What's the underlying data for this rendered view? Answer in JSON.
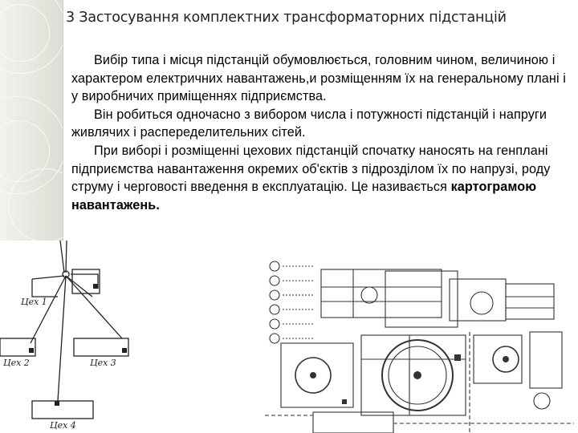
{
  "slide": {
    "title": "3 Застосування комплектних трансформаторних підстанцій",
    "paragraph_1": "Вибір типа і місця підстанцій обумовлюється, головним чином, величиною і характером електричних навантажень,и розміщенням їх на генеральному плані і у виробничих приміщеннях підприємства.",
    "paragraph_2": "Він робиться одночасно з вибором числа і потужності підстанцій і напруги живлячих і распеределительних сітей.",
    "paragraph_3_text": "При виборі і розміщенні цехових підстанцій спочатку наносять на генплані підприємства навантаження окремих об'єктів з підрозділом їх по напрузі, роду струму і черговості введення в експлуатацію. Це називається ",
    "paragraph_3_term": "картограмою навантажень."
  },
  "diagram": {
    "labels": [
      "Цех 1",
      "Цех 2",
      "Цех 3",
      "Цех 4"
    ]
  },
  "colors": {
    "sidebar": "#e6e6df",
    "text": "#000000",
    "title": "#222222"
  }
}
